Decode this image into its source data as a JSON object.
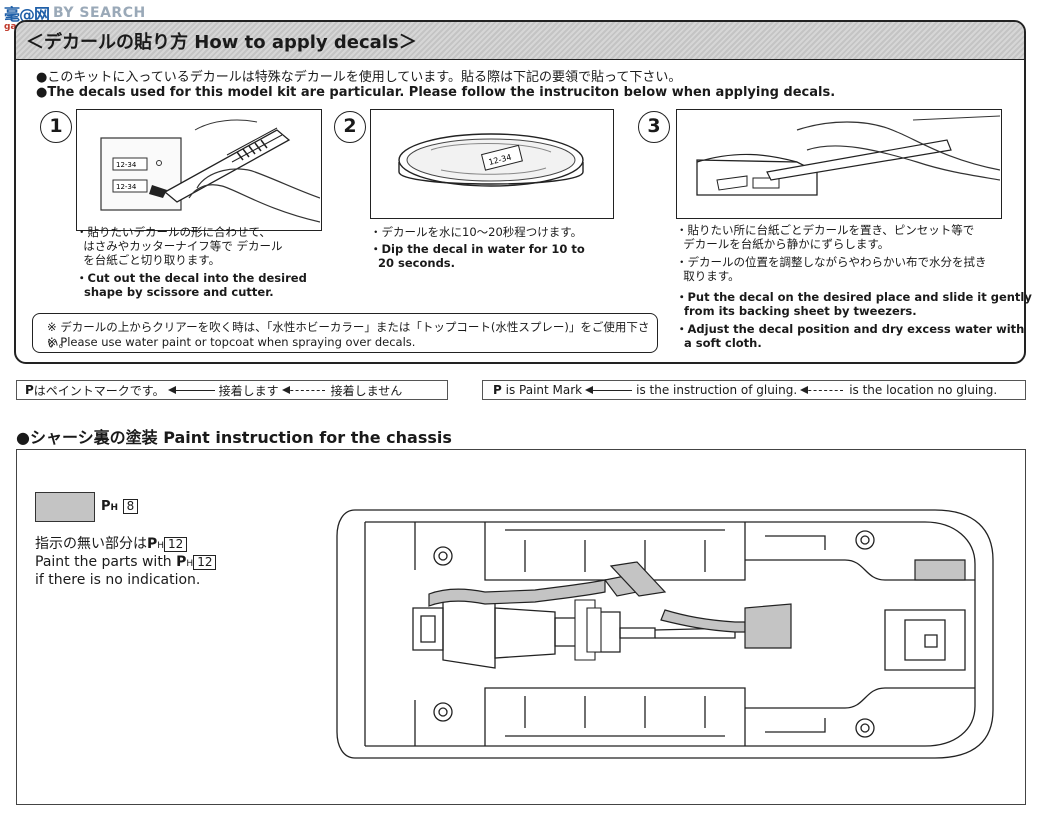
{
  "watermark": {
    "logo": "毫@网",
    "text": "BY SEARCH",
    "url": "gaoshan.com"
  },
  "decal_section": {
    "title": "＜デカールの貼り方 How to apply decals＞",
    "bullet_jp": "●このキットに入っているデカールは特殊なデカールを使用しています。貼る際は下記の要領で貼って下さい。",
    "bullet_en": "●The decals used for this model kit are particular. Please follow the instruciton below when applying decals.",
    "steps": [
      {
        "number": "1",
        "jp": "・貼りたいデカールの形に合わせて、\n  はさみやカッターナイフ等で デカール\n  を台紙ごと切り取ります。",
        "en": "・Cut out the decal into the desired\n  shape by scissore and cutter."
      },
      {
        "number": "2",
        "jp": "・デカールを水に10〜20秒程つけます。",
        "en": "・Dip the decal in water for 10 to\n  20 seconds."
      },
      {
        "number": "3",
        "jp1": "・貼りたい所に台紙ごとデカールを置き、ピンセット等で\n  デカールを台紙から静かにずらします。",
        "jp2": "・デカールの位置を調整しながらやわらかい布で水分を拭き\n  取ります。",
        "en1": "・Put the decal on the desired place and slide it gently\n  from its backing sheet by tweezers.",
        "en2": "・Adjust the decal position and dry excess water with\n  a soft cloth."
      }
    ],
    "decal_sample_text": "12-34",
    "note_jp": "※ デカールの上からクリアーを吹く時は、「水性ホビーカラー」または「トップコート(水性スプレー)」をご使用下さい。",
    "note_en": "※ Please use water paint or topcoat when spraying over decals."
  },
  "legend": {
    "jp_paint": "はペイントマークです。",
    "jp_glue": "接着します",
    "jp_noglue": "接着しません",
    "en_paint": " is Paint Mark",
    "en_glue": "is the instruction of gluing.",
    "en_noglue": "is the location no gluing.",
    "paint_mark_symbol": "P"
  },
  "chassis": {
    "title": "●シャーシ裏の塗装 Paint instruction for the chassis",
    "swatch_code_prefix": "P",
    "swatch_code_sub": "H",
    "swatch_number": "8",
    "default_number": "12",
    "text_jp": "指示の無い部分は",
    "text_en1": "Paint the parts with",
    "text_en2": "if there is no indication.",
    "swatch_color": "#c4c4c4"
  }
}
